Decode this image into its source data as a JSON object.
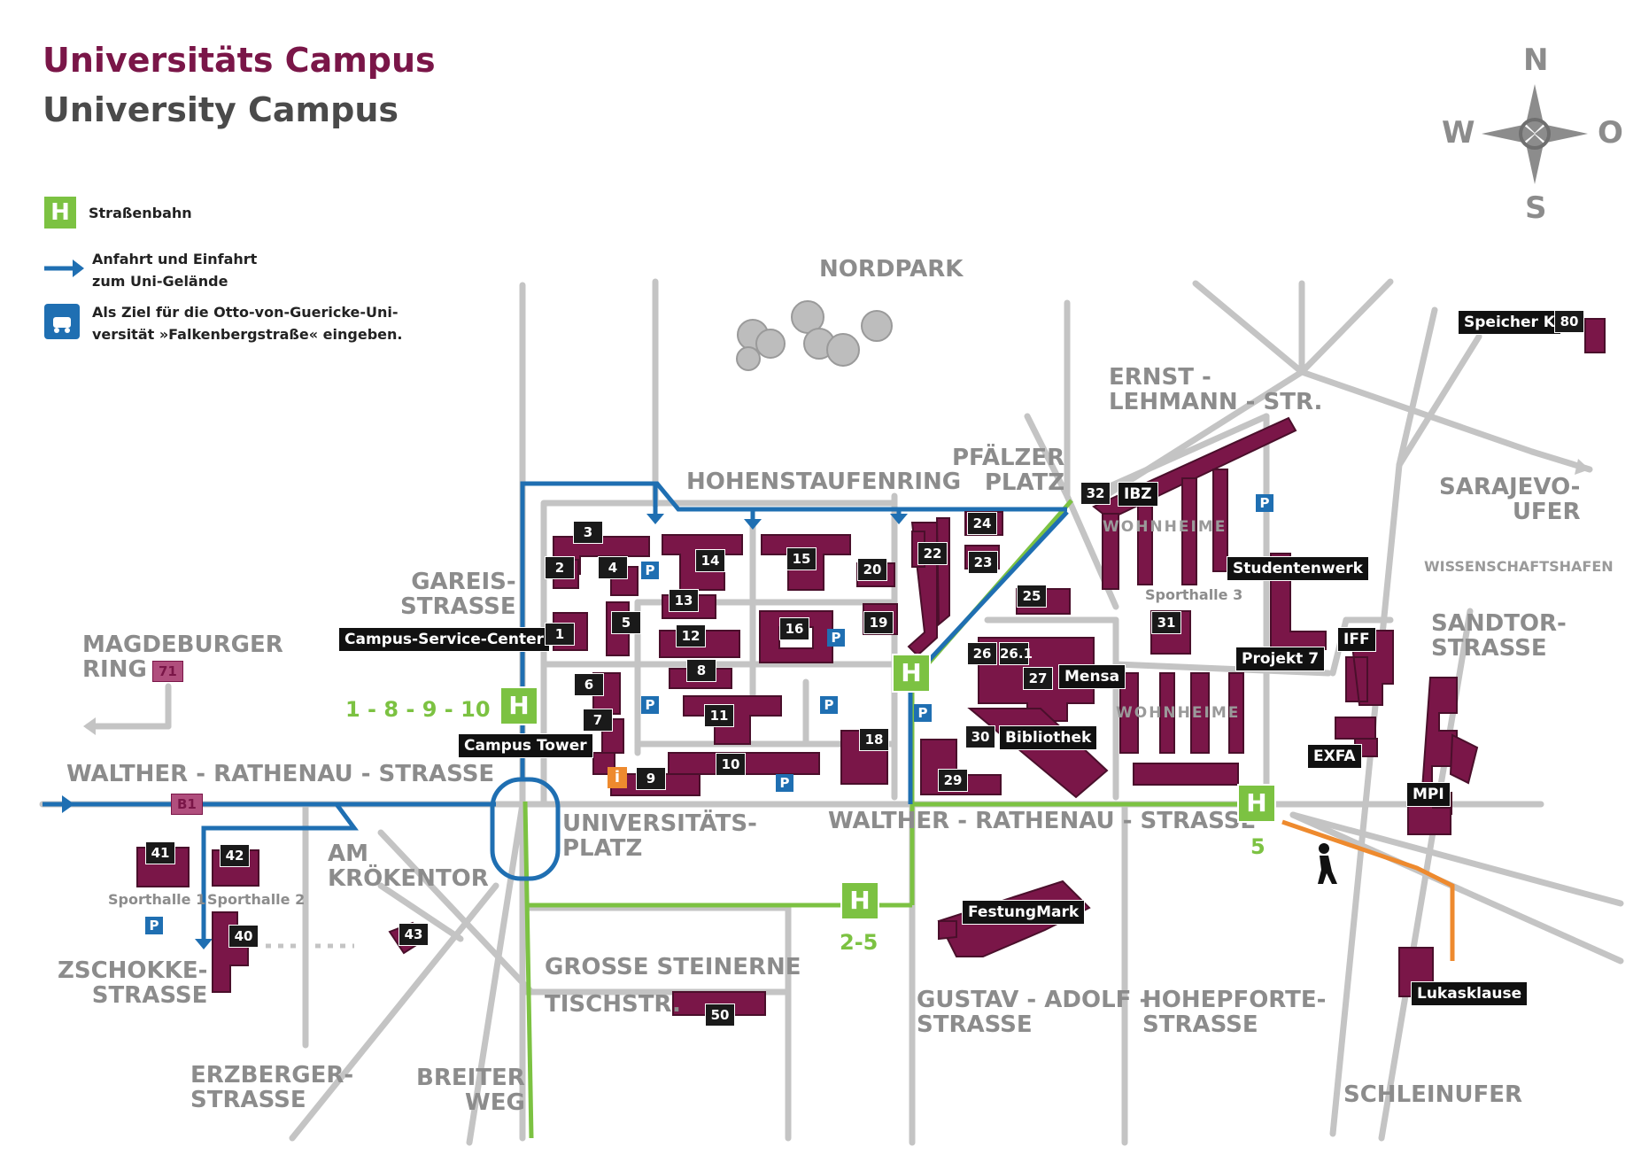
{
  "title": {
    "de": "Universitäts Campus",
    "en": "University Campus"
  },
  "legend": [
    {
      "icon": "tram-stop-icon",
      "text": "Straßenbahn"
    },
    {
      "icon": "blue-arrow-icon",
      "text": "Anfahrt und Einfahrt\nzum Uni-Gelände"
    },
    {
      "icon": "car-navigation-icon",
      "text": "Als Ziel für die Otto-von-Guericke-Uni-\nversität »Falkenbergstraße« eingeben."
    }
  ],
  "compass": {
    "n": "N",
    "s": "S",
    "w": "W",
    "o": "O"
  },
  "areas": {
    "nordpark": "NORDPARK",
    "wissenschaftshafen": "WISSENSCHAFTSHAFEN",
    "wohnheime": "WOHNHEIME"
  },
  "streets": {
    "hohenstaufenring": "HOHENSTAUFENRING",
    "pfaelzer_platz": "PFÄLZER\nPLATZ",
    "ernst_lehmann": "ERNST -\nLEHMANN - STR.",
    "sarajevo_ufer": "SARAJEVO-\nUFER",
    "sandtorstrasse": "SANDTOR-\nSTRASSE",
    "gareisstrasse": "GAREIS-\nSTRASSE",
    "magdeburger_ring": "MAGDEBURGER\nRING",
    "walther_rathenau_west": "WALTHER - RATHENAU - STRASSE",
    "walther_rathenau_east": "WALTHER - RATHENAU - STRASSE",
    "universitaetsplatz": "UNIVERSITÄTS-\nPLATZ",
    "am_kroekentor": "AM\nKRÖKENTOR",
    "zschokkestrasse": "ZSCHOKKE-\nSTRASSE",
    "erzbergerstrasse": "ERZBERGER-\nSTRASSE",
    "breiter_weg": "BREITER\nWEG",
    "grosse_steinerne": "GROSSE STEINERNE",
    "tischstr": "TISCHSTR.",
    "gustav_adolf": "GUSTAV - ADOLF -\nSTRASSE",
    "hohepforte": "HOHEPFORTE-\nSTRASSE",
    "schleinufer": "SCHLEINUFER"
  },
  "halls": {
    "sporthalle1": "Sporthalle 1",
    "sporthalle2": "Sporthalle 2",
    "sporthalle3": "Sporthalle 3"
  },
  "tram_lines": {
    "west": "1 - 8 - 9 - 10",
    "south": "2-5",
    "east": "5"
  },
  "road_badges": {
    "ring": "71",
    "b1": "B1"
  },
  "labels": {
    "campus_service_center": "Campus-Service-Center",
    "campus_tower": "Campus Tower",
    "ibz": "IBZ",
    "studentenwerk": "Studentenwerk",
    "projekt7": "Projekt 7",
    "iff": "IFF",
    "exfa": "EXFA",
    "mpi": "MPI",
    "mensa": "Mensa",
    "bibliothek": "Bibliothek",
    "festungmark": "FestungMark",
    "lukasklause": "Lukasklause",
    "speicher_k": "Speicher K",
    "info": "i",
    "p": "P",
    "h": "H"
  },
  "building_numbers": [
    "1",
    "2",
    "3",
    "4",
    "5",
    "6",
    "7",
    "8",
    "9",
    "10",
    "11",
    "12",
    "13",
    "14",
    "15",
    "16",
    "18",
    "19",
    "20",
    "22",
    "23",
    "24",
    "25",
    "26",
    "26.1",
    "27",
    "29",
    "30",
    "31",
    "32",
    "40",
    "41",
    "42",
    "43",
    "50",
    "80"
  ],
  "colors": {
    "building": "#7a1648",
    "road": "#c4c4c4",
    "access_route": "#1f6fb2",
    "tram": "#7cc242",
    "walk": "#ee8a2e",
    "label_bg": "#111111"
  }
}
